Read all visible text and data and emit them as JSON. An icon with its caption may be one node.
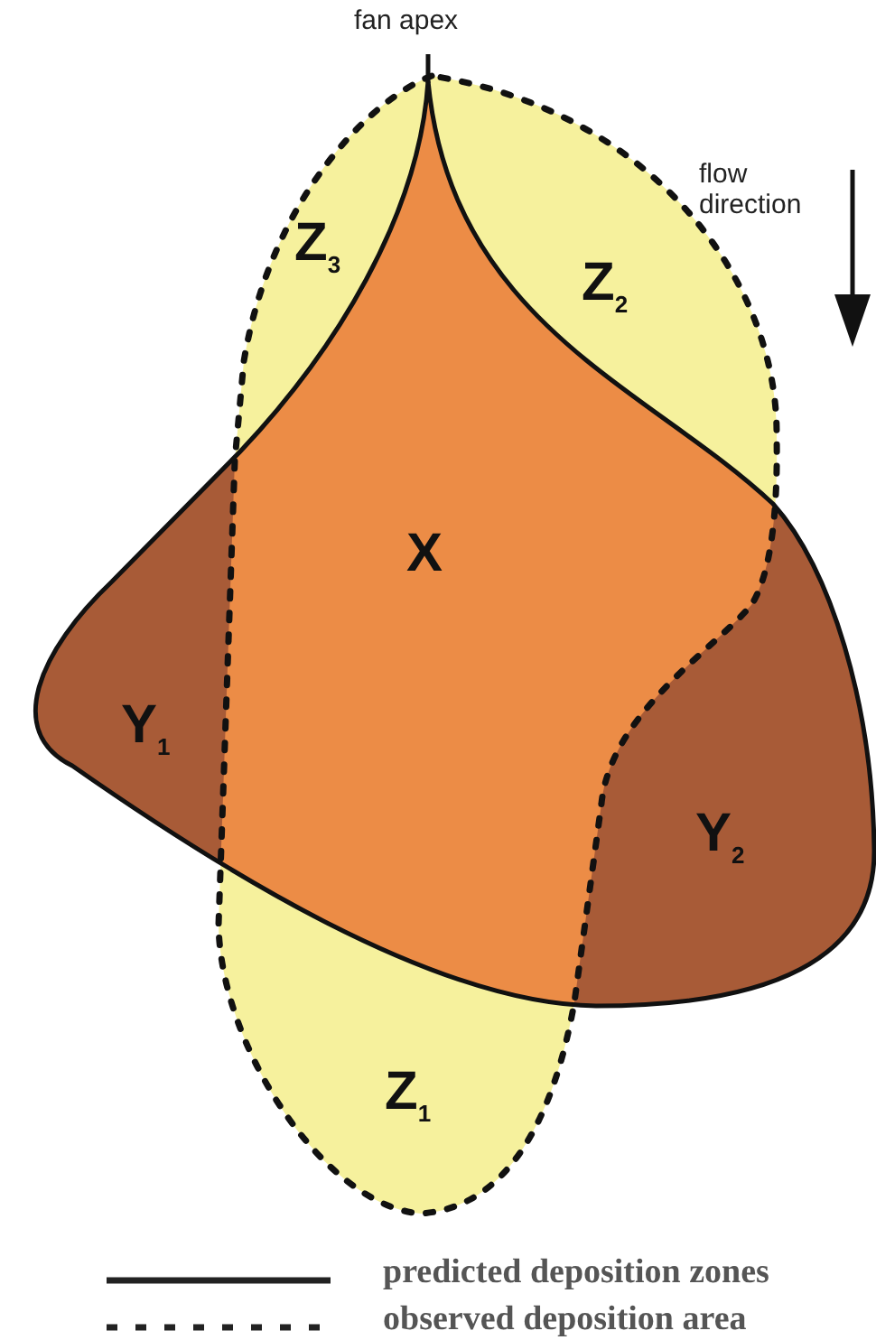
{
  "diagram": {
    "labels": [
      "fan apex",
      "flow direction",
      "Z$_{3}$",
      "Z$_{2}$",
      "X",
      "Y$_{1}$",
      "Y$_{2}$",
      "Z$_{1}$"
    ],
    "legend": [
      {
        "text": "predicted deposition zones"
      },
      {
        "text": "observed deposition area"
      }
    ]
  }
}
